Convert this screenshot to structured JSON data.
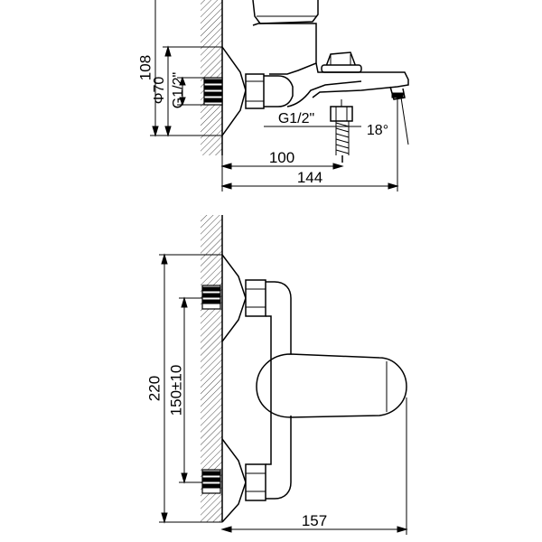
{
  "top_view": {
    "dim_height_total": "108",
    "dim_flange_diameter": "Φ70",
    "dim_wall_thread": "G1/2\"",
    "dim_outlet_thread": "G1/2\"",
    "dim_spout_angle": "18°",
    "dim_outlet_depth": "100",
    "dim_total_depth": "144"
  },
  "front_view": {
    "dim_height_total": "220",
    "dim_center_distance": "150±10",
    "dim_total_depth": "157"
  }
}
